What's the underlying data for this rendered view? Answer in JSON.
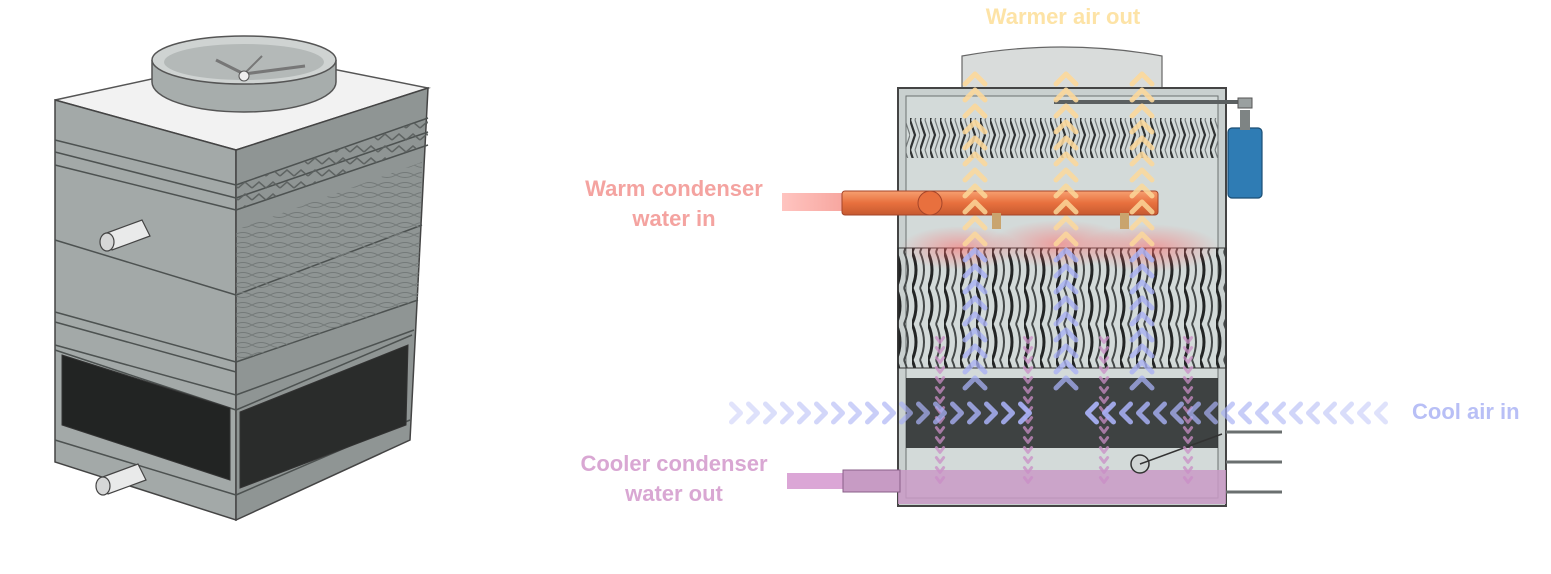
{
  "labels": {
    "warmer_air_out": "Warmer air out",
    "warm_water_in": [
      "Warm condenser",
      "water in"
    ],
    "cooler_water_out": [
      "Cooler condenser",
      "water out"
    ],
    "cool_air_in": "Cool air in"
  },
  "colors": {
    "warm_water": "#f08a6a",
    "cool_water": "#c98ec6",
    "warmer_air": "#fcd89a",
    "cool_air": "#a8b0f4",
    "casing": "#9aa09e",
    "casing_dark": "#5e6362",
    "fill_media": "#3a3d3d",
    "fan_motor": "#2f7cb4"
  },
  "icons": [
    "fan-icon",
    "motor-icon",
    "arrow-chevron-icon"
  ]
}
